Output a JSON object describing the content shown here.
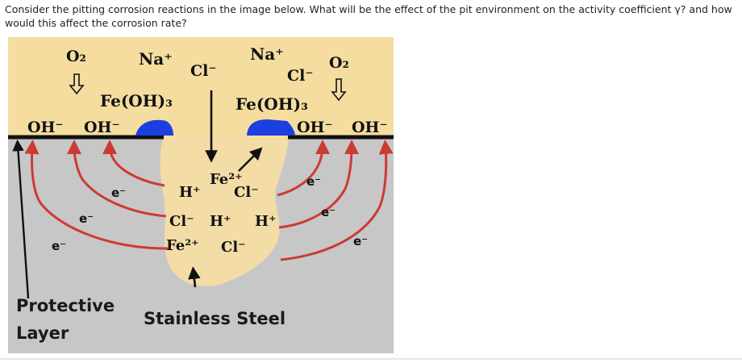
{
  "question": {
    "line1_before": "Consider the pitting corrosion reactions in the image below. What will be the effect of the pit environment on the activity coefficient ",
    "gamma": "γ",
    "line1_after": "? and how",
    "line2": "would this affect the corrosion rate?"
  },
  "diagram": {
    "o2_left": "O₂",
    "o2_right": "O₂",
    "na_left": "Na⁺",
    "na_right": "Na⁺",
    "cl_top_left": "Cl⁻",
    "cl_top_right": "Cl⁻",
    "feoh_left": "Fe(OH)₃",
    "feoh_right": "Fe(OH)₃",
    "oh_1": "OH⁻",
    "oh_2": "OH⁻",
    "oh_3": "OH⁻",
    "oh_4": "OH⁻",
    "pit_fe_top": "Fe²⁺",
    "pit_h_1": "H⁺",
    "pit_cl_1": "Cl⁻",
    "pit_cl_2": "Cl⁻",
    "pit_h_2": "H⁺",
    "pit_h_3": "H⁺",
    "pit_fe_bottom": "Fe²⁺",
    "pit_cl_3": "Cl⁻",
    "electron": "e⁻",
    "protective_line1": "Protective",
    "protective_line2": "Layer",
    "stainless_steel": "Stainless Steel"
  },
  "colors": {
    "solution": "#f5ddA0",
    "steel": "#c7c7c7",
    "pit": "#f3dca6",
    "deposit": "#1c3fe0",
    "current_arrow": "#cc3b33",
    "surface_line": "#111111"
  }
}
